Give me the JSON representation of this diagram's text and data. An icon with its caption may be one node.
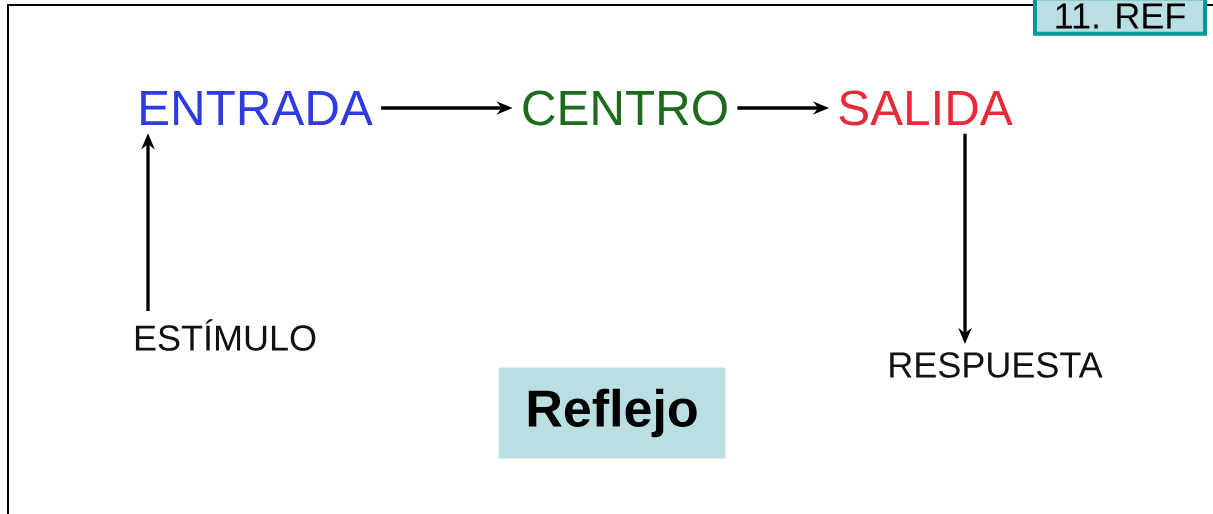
{
  "diagram": {
    "nodes": [
      {
        "text": [
          "ENTRADA"
        ]
      },
      {
        "text": [
          "CENTRO"
        ]
      },
      {
        "text": [
          "SALIDA"
        ]
      },
      {
        "text": [
          "ESTÍMULO"
        ]
      },
      {
        "text": [
          "RESPUESTA"
        ]
      },
      {
        "text": [
          "Reflejo"
        ]
      },
      {
        "text": [
          "11. REF"
        ]
      }
    ],
    "edges": [
      {
        "from": 0,
        "to": 1,
        "arrow": "to"
      },
      {
        "from": 1,
        "to": 2,
        "arrow": "to"
      },
      {
        "from": 3,
        "to": 0,
        "arrow": "to"
      },
      {
        "from": 2,
        "to": 4,
        "arrow": "to"
      }
    ]
  }
}
